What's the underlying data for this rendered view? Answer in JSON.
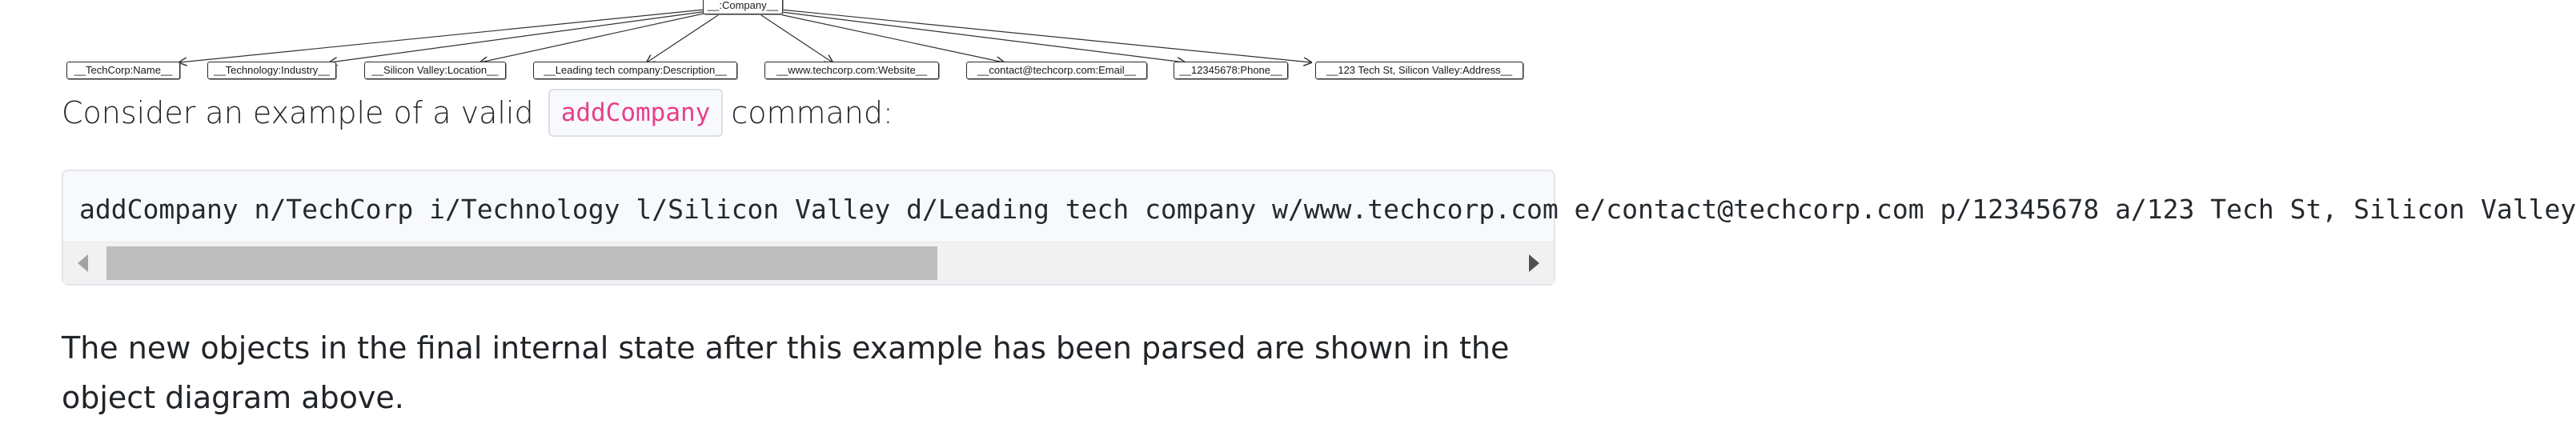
{
  "diagram": {
    "root": "__:Company__",
    "fields": [
      "__TechCorp:Name__",
      "__Technology:Industry__",
      "__Silicon Valley:Location__",
      "__Leading tech company:Description__",
      "__www.techcorp.com:Website__",
      "__contact@techcorp.com:Email__",
      "__12345678:Phone__",
      "__123 Tech St, Silicon Valley:Address__"
    ]
  },
  "intro": {
    "before": "Consider an example of a valid",
    "code": "addCompany",
    "after": "command:"
  },
  "code_block": {
    "text": "addCompany n/TechCorp i/Technology l/Silicon Valley d/Leading tech company w/www.techcorp.com e/contact@techcorp.com p/12345678 a/123 Tech St, Silicon Valley"
  },
  "outro": {
    "text": "The new objects in the final internal state after this example has been parsed are shown in the object diagram above."
  },
  "colors": {
    "inline_code": "#e83e8c",
    "code_bg": "#f8f9fc",
    "text": "#212529"
  }
}
